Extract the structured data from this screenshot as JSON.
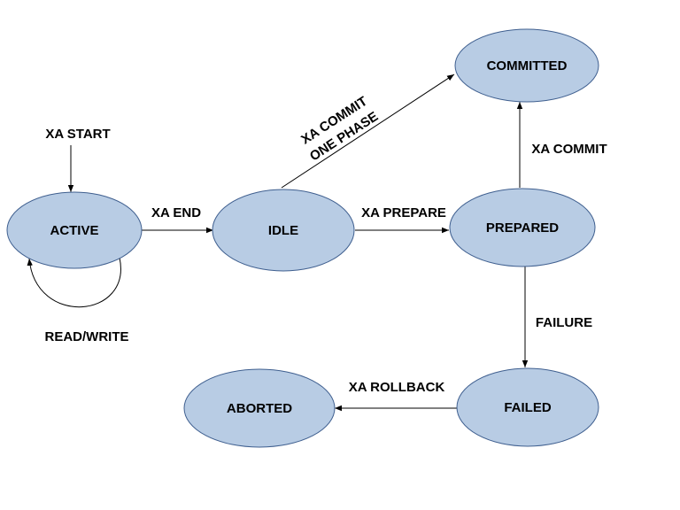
{
  "diagram": {
    "states": {
      "active": {
        "label": "ACTIVE"
      },
      "idle": {
        "label": "IDLE"
      },
      "committed": {
        "label": "COMMITTED"
      },
      "prepared": {
        "label": "PREPARED"
      },
      "failed": {
        "label": "FAILED"
      },
      "aborted": {
        "label": "ABORTED"
      }
    },
    "start_label": "XA START",
    "edges": {
      "read_write": "READ/WRITE",
      "xa_end": "XA END",
      "xa_prepare": "XA PREPARE",
      "xa_commit_one_phase_line1": "XA COMMIT",
      "xa_commit_one_phase_line2": "ONE PHASE",
      "xa_commit": "XA COMMIT",
      "failure": "FAILURE",
      "xa_rollback": "XA ROLLBACK"
    },
    "colors": {
      "state_fill": "#b8cce4",
      "state_stroke": "#3f5f8f",
      "edge": "#000000"
    }
  }
}
